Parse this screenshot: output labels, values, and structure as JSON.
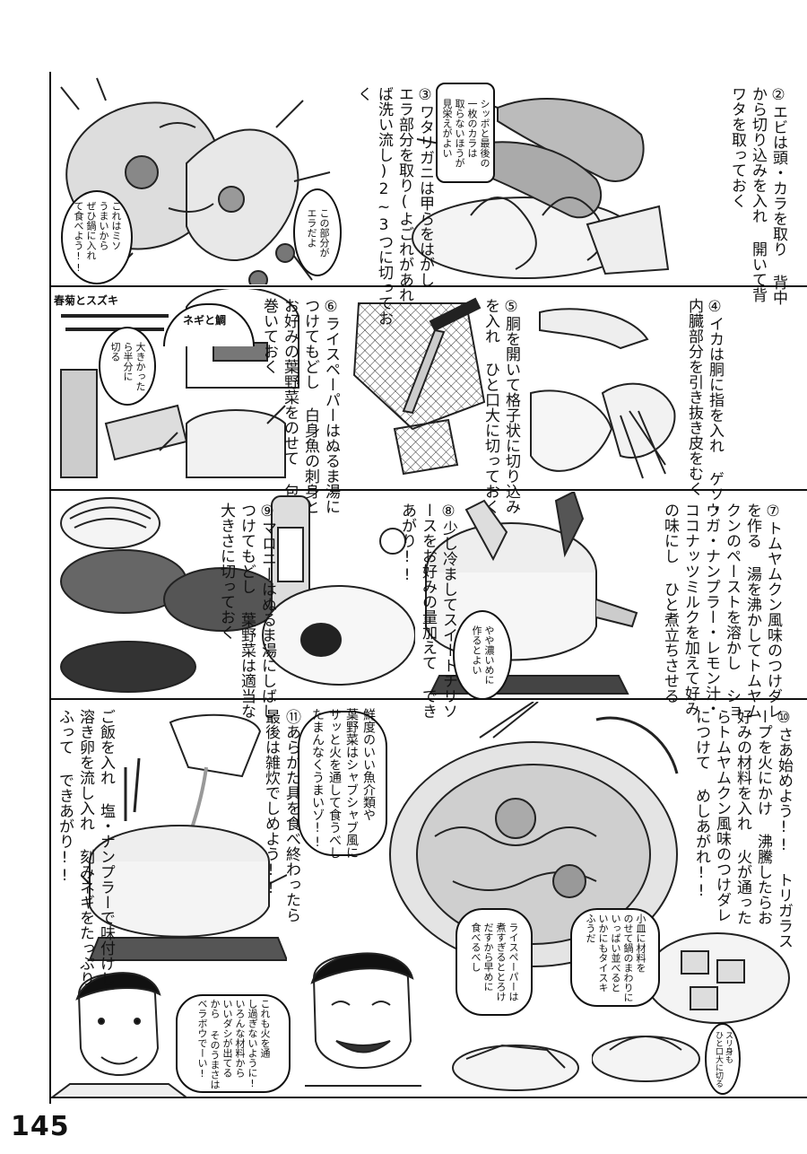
{
  "page_number": "145",
  "steps": {
    "s2": "②エビは頭・カラを取り 背中\nから切り込みを入れ 開いて背\nワタを取っておく",
    "s3": "③ワタリガニは甲らをはがし\nエラ部分を取り(よごれがあれ\nば洗い流し)2~3つに切ってお\nく",
    "s4": "④イカは胴に指を入れ ゲソ・\n内臓部分を引き抜き皮をむく",
    "s5": "⑤胴を開いて格子状に切り込み\nを入れ ひと口大に切っておく",
    "s6": "⑥ライスペーパーはぬるま湯に\nつけてもどし 白身魚の刺身と\nお好みの葉野菜をのせて 包み\n巻いておく",
    "s7": "⑦トムヤムクン風味のつけダレ\nを作る 湯を沸かしてトムヤム\nクンのペーストを溶かし ショ\nウガ・ナンプラー・レモン汁・\nココナッツミルクを加えて好み\nの味にし ひと煮立ちさせる",
    "s8": "⑧少し冷ましてスイートチリソ\nースをお好みの量加えて でき\nあがり!!",
    "s9": "⑨マロニーはぬるま湯にしばし\nつけてもどし 葉野菜は適当な\n大きさに切っておく",
    "s10": "⑩さあ始めよう!! トリガラス\nープを火にかけ 沸騰したらお\n好みの材料を入れ 火が通った\nらトムヤムクン風味のつけダレ\nにつけて めしあがれ!!",
    "s11": "⑪あらかた具を食べ終わったら\n最後は雑炊でしめよう!!",
    "s12": "ご飯を入れ 塩・ナンプラーで味付けし\n溶き卵を流し入れ 刻みネギをたっぷり\nふって できあがり!!"
  },
  "notes": {
    "shrimp_tail": "シッポと最後の\n一枚のカラは\n取らないほうが\n見栄えがよい",
    "crab_gill": "この部分が\nエラだよ",
    "crab_miso": "これはミソ\nうまいから\nぜひ鍋に入れ\nて食べよう!!",
    "shungiku": "春菊とスズキ",
    "negi_tai": "ネギと鯛",
    "half_cut": "大きかった\nら半分に\n切る",
    "sauce_tip": "やや濃いめに\n作るとよい",
    "fresh": "鮮度のいい魚介類や\n葉野菜はシャブシャブ風に\nサッと火を通して食うべし\nたまんなくうまいゾ!!",
    "rice_paper": "ライスペーパーは\n煮すぎるととろけ\nだすから早めに\n食べるべし",
    "plate": "小皿に材料を\nのせて鍋のまわりに\nいっぱい並べると\nいかにもタイスキ\nふうだ",
    "fish_cut": "スリ身も\nひと口大に切る",
    "final": "これも火を通\nし過ぎないように!\nいろんな材料から\nいいダシが出てる\nから そのうまさは\nベラボウでーい!"
  }
}
